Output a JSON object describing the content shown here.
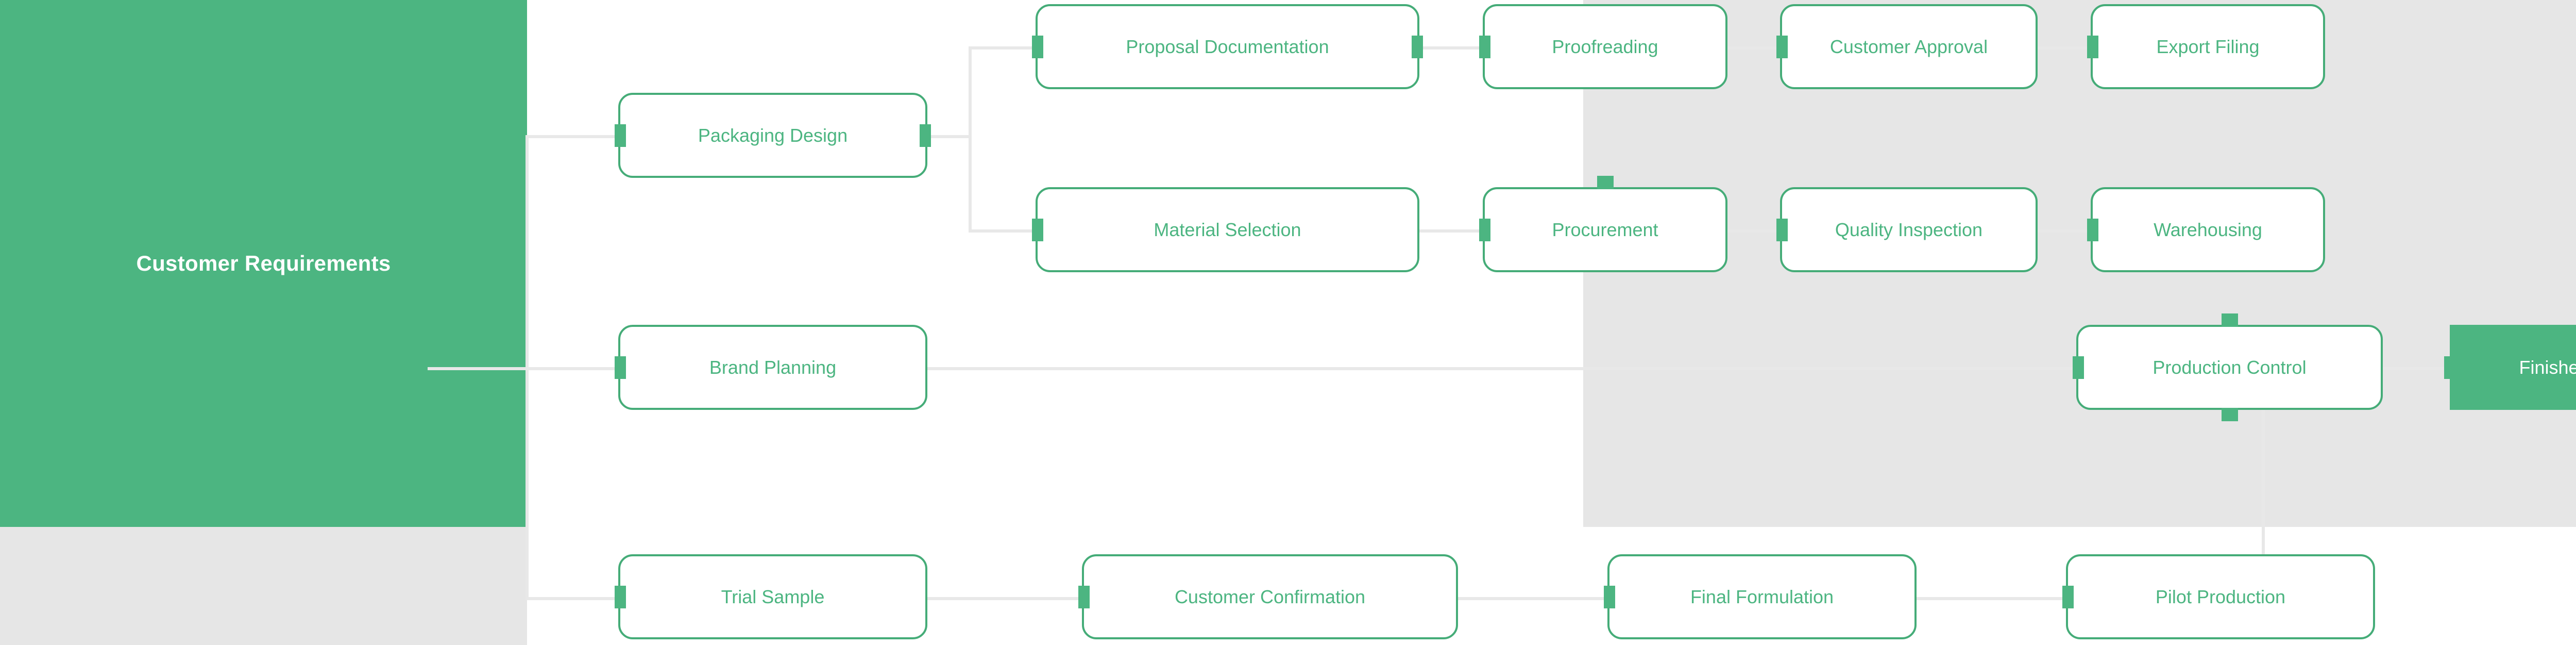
{
  "diagram": {
    "title": "Customer Requirements",
    "colors": {
      "accent_green": "#4cb581",
      "node_border": "#45ac78",
      "node_text": "#4cb581",
      "swimlane_gray": "#e6e6e6",
      "edge_line": "#e8e8e8",
      "canvas_white": "#ffffff"
    },
    "root": {
      "label": "Customer Requirements"
    },
    "terminal": {
      "label": "Finished"
    },
    "nodes": [
      {
        "id": "packaging-design",
        "label": "Packaging Design"
      },
      {
        "id": "proposal-documentation",
        "label": "Proposal Documentation"
      },
      {
        "id": "proofreading",
        "label": "Proofreading"
      },
      {
        "id": "customer-approval",
        "label": "Customer Approval"
      },
      {
        "id": "export-filing",
        "label": "Export Filing"
      },
      {
        "id": "material-selection",
        "label": "Material Selection"
      },
      {
        "id": "procurement",
        "label": "Procurement"
      },
      {
        "id": "quality-inspection",
        "label": "Quality Inspection"
      },
      {
        "id": "warehousing",
        "label": "Warehousing"
      },
      {
        "id": "brand-planning",
        "label": "Brand Planning"
      },
      {
        "id": "production-control",
        "label": "Production Control"
      },
      {
        "id": "trial-sample",
        "label": "Trial Sample"
      },
      {
        "id": "customer-confirmation",
        "label": "Customer Confirmation"
      },
      {
        "id": "final-formulation",
        "label": "Final Formulation"
      },
      {
        "id": "pilot-production",
        "label": "Pilot Production"
      }
    ]
  }
}
